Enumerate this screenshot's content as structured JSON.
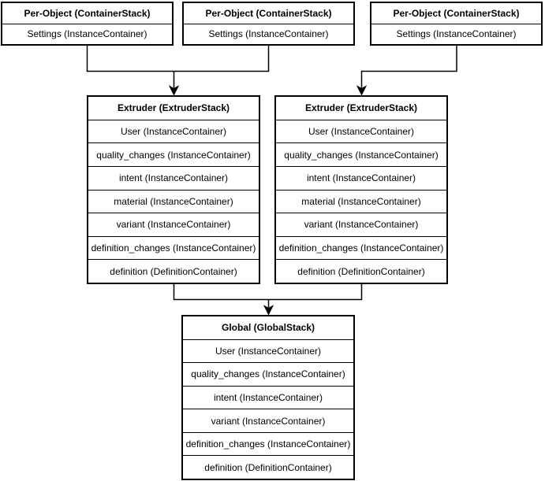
{
  "colors": {
    "border": "#000000",
    "background": "#ffffff",
    "text": "#000000",
    "connector": "#000000"
  },
  "per_object": [
    {
      "title": "Per-Object (ContainerStack)",
      "rows": [
        "Settings (InstanceContainer)"
      ]
    },
    {
      "title": "Per-Object (ContainerStack)",
      "rows": [
        "Settings (InstanceContainer)"
      ]
    },
    {
      "title": "Per-Object (ContainerStack)",
      "rows": [
        "Settings (InstanceContainer)"
      ]
    }
  ],
  "extruder": [
    {
      "title": "Extruder (ExtruderStack)",
      "rows": [
        "User (InstanceContainer)",
        "quality_changes (InstanceContainer)",
        "intent (InstanceContainer)",
        "material (InstanceContainer)",
        "variant (InstanceContainer)",
        "definition_changes (InstanceContainer)",
        "definition (DefinitionContainer)"
      ]
    },
    {
      "title": "Extruder (ExtruderStack)",
      "rows": [
        "User (InstanceContainer)",
        "quality_changes (InstanceContainer)",
        "intent (InstanceContainer)",
        "material (InstanceContainer)",
        "variant (InstanceContainer)",
        "definition_changes (InstanceContainer)",
        "definition (DefinitionContainer)"
      ]
    }
  ],
  "global_stack": {
    "title": "Global (GlobalStack)",
    "rows": [
      "User (InstanceContainer)",
      "quality_changes (InstanceContainer)",
      "intent (InstanceContainer)",
      "variant (InstanceContainer)",
      "definition_changes (InstanceContainer)",
      "definition (DefinitionContainer)"
    ]
  }
}
